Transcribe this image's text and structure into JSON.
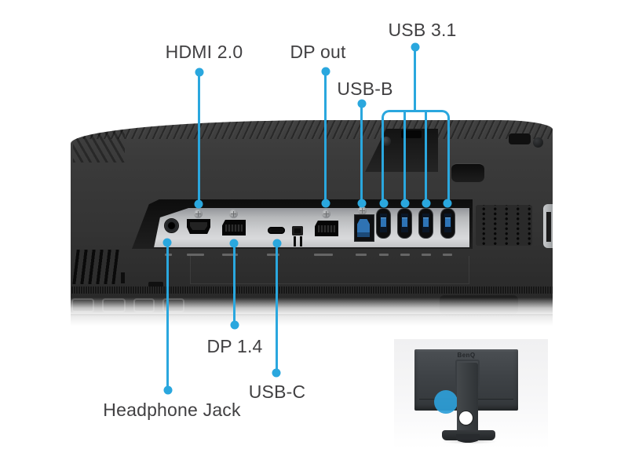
{
  "colors": {
    "callout_blue": "#2aa7de",
    "highlight_blue": "#2d9ed7",
    "label_text": "#414042"
  },
  "callouts": {
    "hdmi": {
      "label": "HDMI 2.0"
    },
    "dp_out": {
      "label": "DP out"
    },
    "usb_b": {
      "label": "USB-B"
    },
    "usb31": {
      "label": "USB 3.1",
      "port_count": 4
    },
    "dp14": {
      "label": "DP 1.4"
    },
    "usb_c": {
      "label": "USB-C"
    },
    "headphone": {
      "label": "Headphone Jack"
    }
  },
  "ports": [
    "headphone-jack",
    "hdmi",
    "displayport",
    "usb-c",
    "security-lock-slot",
    "displayport-out",
    "usb-b",
    "usb-a-1",
    "usb-a-2",
    "usb-a-3",
    "usb-a-4"
  ],
  "inset": {
    "logo": "BenQ"
  }
}
